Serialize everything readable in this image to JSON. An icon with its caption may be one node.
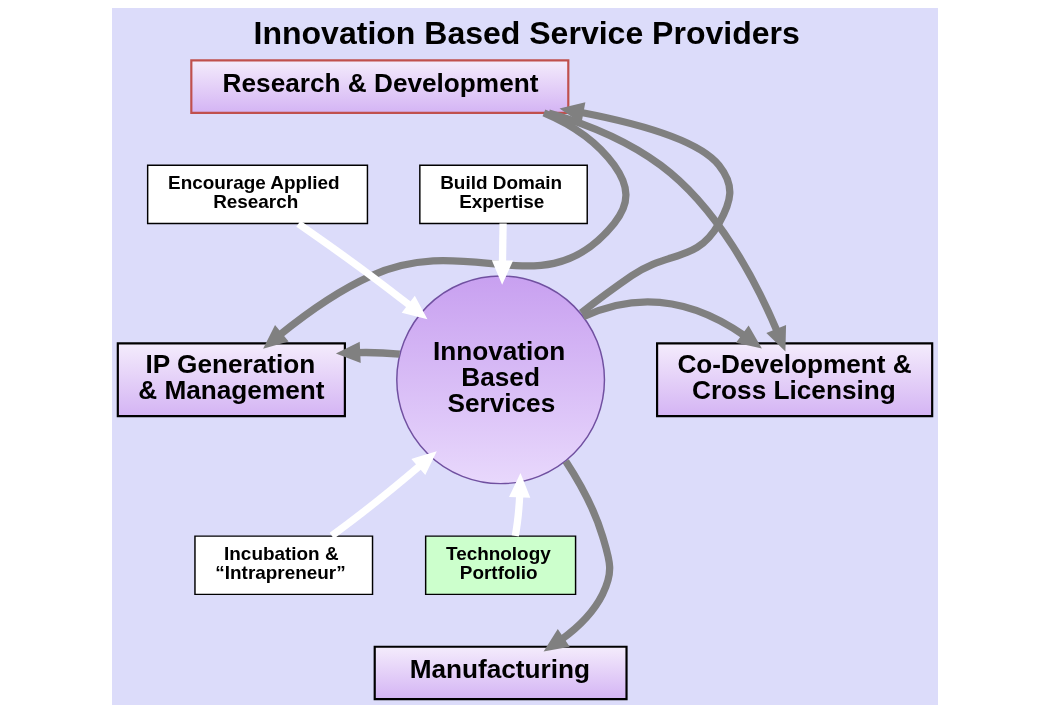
{
  "diagram": {
    "title": "Innovation Based Service Providers",
    "nodes": [
      {
        "text": [
          "Research & Development"
        ]
      },
      {
        "text": [
          "Encourage Applied Research"
        ]
      },
      {
        "text": [
          "Build Domain Expertise"
        ]
      },
      {
        "text": [
          "IP Generation & Management"
        ]
      },
      {
        "text": [
          "Innovation Based Services"
        ]
      },
      {
        "text": [
          "Co-Development & Cross Licensing"
        ]
      },
      {
        "text": [
          "Incubation & “Intrapreneur”"
        ]
      },
      {
        "text": [
          "Technology Portfolio"
        ]
      },
      {
        "text": [
          "Manufacturing"
        ]
      }
    ],
    "edges": [
      {
        "from": 4,
        "to": 0,
        "arrow": "to"
      },
      {
        "from": 0,
        "to": 3,
        "arrow": "to"
      },
      {
        "from": 0,
        "to": 5,
        "arrow": "to"
      },
      {
        "from": 1,
        "to": 4,
        "arrow": "to",
        "color": "#ffffff"
      },
      {
        "from": 2,
        "to": 4,
        "arrow": "to",
        "color": "#ffffff"
      },
      {
        "from": 4,
        "to": 3,
        "arrow": "to"
      },
      {
        "from": 4,
        "to": 5,
        "arrow": "to"
      },
      {
        "from": 6,
        "to": 4,
        "arrow": "to",
        "color": "#ffffff"
      },
      {
        "from": 7,
        "to": 4,
        "arrow": "to",
        "color": "#ffffff"
      },
      {
        "from": 4,
        "to": 8,
        "arrow": "to"
      }
    ]
  }
}
